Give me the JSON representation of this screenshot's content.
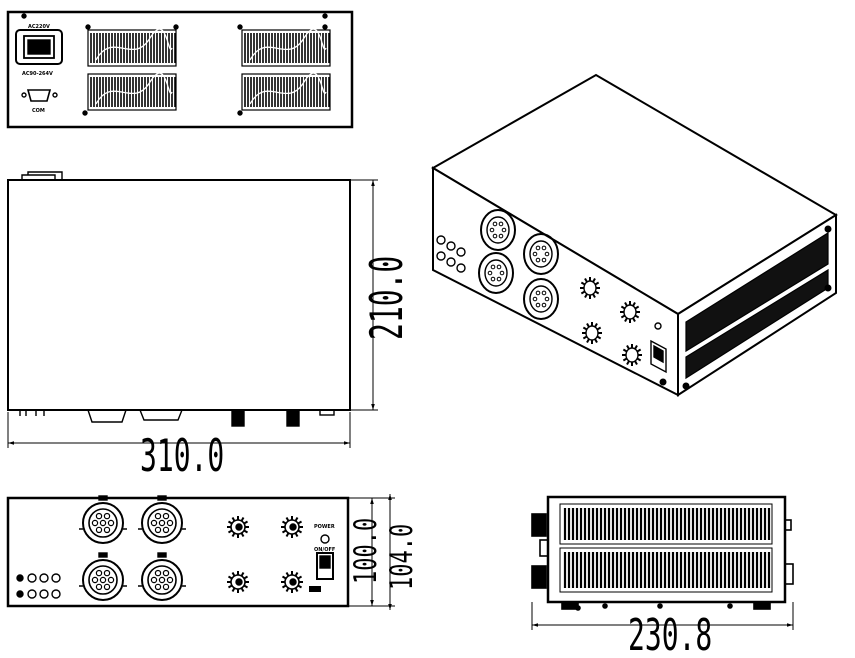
{
  "dimensions": {
    "width": "310.0",
    "depth": "210.0",
    "height_outer": "104.0",
    "height_inner": "100.0",
    "side_width": "230.8"
  },
  "rear_panel": {
    "ac_input_label": "AC220V",
    "ac_range_label": "AC90-264V",
    "port_label": "COM"
  },
  "front_panel": {
    "power_label": "POWER",
    "status_label": "ON/OFF"
  },
  "colors": {
    "line": "#000000",
    "background": "#ffffff"
  }
}
